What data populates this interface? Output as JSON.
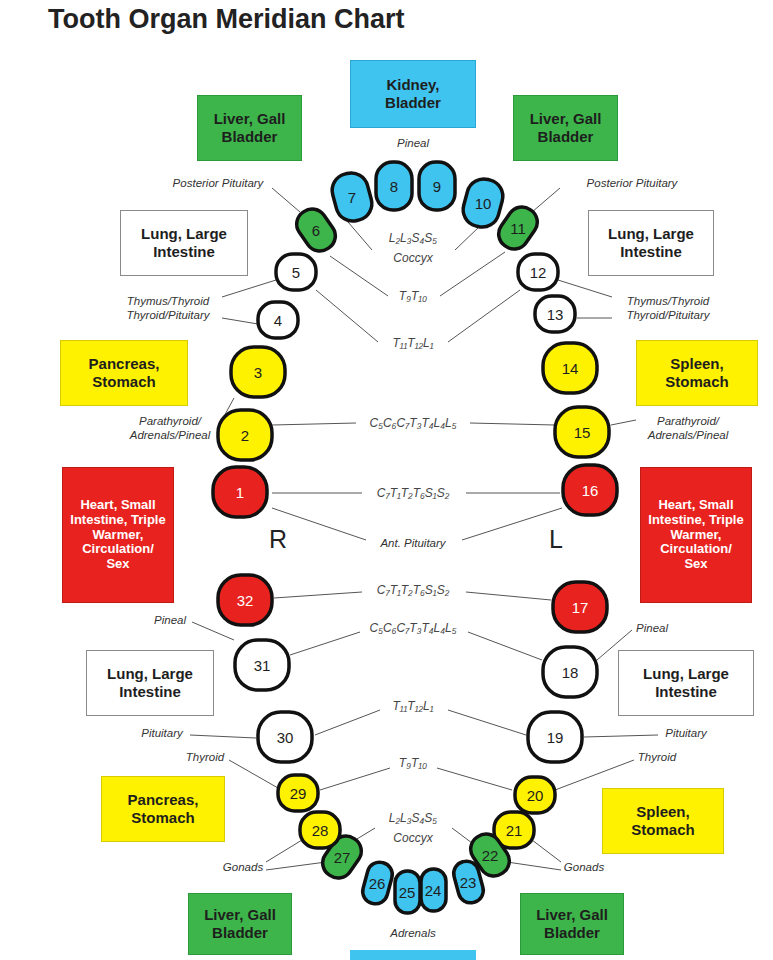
{
  "diagram": {
    "title": "Tooth Organ Meridian Chart",
    "nodes": [
      {
        "text": [
          "Kidney, Bladder"
        ]
      },
      {
        "text": [
          "Liver, Gall Bladder"
        ]
      },
      {
        "text": [
          "Liver, Gall Bladder"
        ]
      },
      {
        "text": [
          "Lung, Large Intestine"
        ]
      },
      {
        "text": [
          "Lung, Large Intestine"
        ]
      },
      {
        "text": [
          "Pancreas, Stomach"
        ]
      },
      {
        "text": [
          "Spleen, Stomach"
        ]
      },
      {
        "text": [
          "Heart, Small Intestine, Triple Warmer, Circulation/ Sex"
        ]
      },
      {
        "text": [
          "Heart, Small Intestine, Triple Warmer, Circulation/ Sex"
        ]
      },
      {
        "text": [
          "Lung, Large Intestine"
        ]
      },
      {
        "text": [
          "Lung, Large Intestine"
        ]
      },
      {
        "text": [
          "Pancreas, Stomach"
        ]
      },
      {
        "text": [
          "Spleen, Stomach"
        ]
      },
      {
        "text": [
          "Liver, Gall Bladder"
        ]
      },
      {
        "text": [
          "Liver, Gall Bladder"
        ]
      },
      {
        "text": [
          "1"
        ]
      },
      {
        "text": [
          "2"
        ]
      },
      {
        "text": [
          "3"
        ]
      },
      {
        "text": [
          "4"
        ]
      },
      {
        "text": [
          "5"
        ]
      },
      {
        "text": [
          "6"
        ]
      },
      {
        "text": [
          "7"
        ]
      },
      {
        "text": [
          "8"
        ]
      },
      {
        "text": [
          "9"
        ]
      },
      {
        "text": [
          "10"
        ]
      },
      {
        "text": [
          "11"
        ]
      },
      {
        "text": [
          "12"
        ]
      },
      {
        "text": [
          "13"
        ]
      },
      {
        "text": [
          "14"
        ]
      },
      {
        "text": [
          "15"
        ]
      },
      {
        "text": [
          "16"
        ]
      },
      {
        "text": [
          "17"
        ]
      },
      {
        "text": [
          "18"
        ]
      },
      {
        "text": [
          "19"
        ]
      },
      {
        "text": [
          "20"
        ]
      },
      {
        "text": [
          "21"
        ]
      },
      {
        "text": [
          "22"
        ]
      },
      {
        "text": [
          "23"
        ]
      },
      {
        "text": [
          "24"
        ]
      },
      {
        "text": [
          "25"
        ]
      },
      {
        "text": [
          "26"
        ]
      },
      {
        "text": [
          "27"
        ]
      },
      {
        "text": [
          "28"
        ]
      },
      {
        "text": [
          "29"
        ]
      },
      {
        "text": [
          "30"
        ]
      },
      {
        "text": [
          "31"
        ]
      },
      {
        "text": [
          "32"
        ]
      }
    ],
    "labels": [
      "Pineal",
      "Posterior Pituitary",
      "Posterior Pituitary",
      "L₂L₃S₄S₅",
      "Coccyx",
      "Thymus/Thyroid Thyroid/Pituitary",
      "Thymus/Thyroid Thyroid/Pituitary",
      "T₉T₁₀",
      "T₁₁T₁₂L₁",
      "Parathyroid/ Adrenals/Pineal",
      "Parathyroid/ Adrenals/Pineal",
      "C₅C₆C₇T₃T₄L₄L₅",
      "C₇T₁T₂T₆S₁S₂",
      "R",
      "L",
      "Ant. Pituitary",
      "C₇T₁T₂T₆S₁S₂",
      "C₅C₆C₇T₃T₄L₄L₅",
      "Pineal",
      "Pineal",
      "T₁₁T₁₂L₁",
      "Pituitary",
      "Pituitary",
      "Thyroid",
      "Thyroid",
      "T₉T₁₀",
      "L₂L₃S₄S₅",
      "Coccyx",
      "Gonads",
      "Gonads",
      "Adrenals"
    ]
  }
}
